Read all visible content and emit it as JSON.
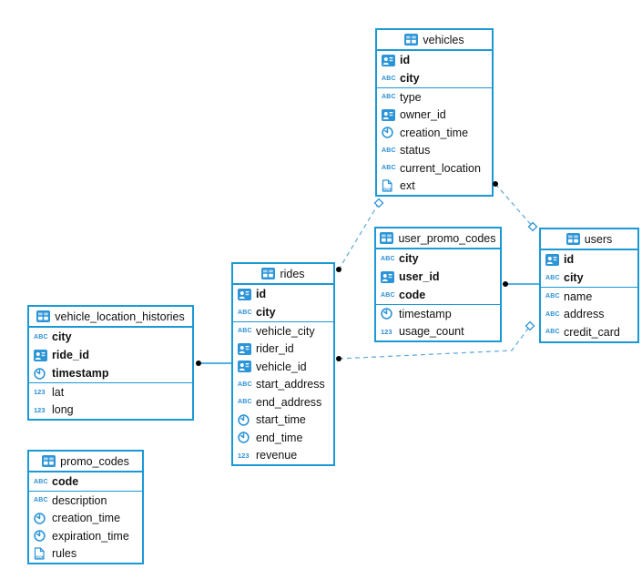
{
  "colors": {
    "accent": "#1b99d5",
    "icon_blue": "#2b95d8",
    "glyph_blue": "#2b8fd6",
    "dashed_line": "#66aede",
    "endpoint_dot": "#000000",
    "text": "#111111"
  },
  "icons": {
    "varchar_glyph": "ABC",
    "numeric_glyph": "123",
    "json_glyph": "JSON"
  },
  "tables": {
    "vehicles": {
      "name": "vehicles",
      "primary_keys": [
        {
          "name": "id",
          "type_icon": "uuid-icon"
        },
        {
          "name": "city",
          "type_icon": "varchar-icon"
        }
      ],
      "columns": [
        {
          "name": "type",
          "type_icon": "varchar-icon"
        },
        {
          "name": "owner_id",
          "type_icon": "uuid-icon"
        },
        {
          "name": "creation_time",
          "type_icon": "timestamp-icon"
        },
        {
          "name": "status",
          "type_icon": "varchar-icon"
        },
        {
          "name": "current_location",
          "type_icon": "varchar-icon"
        },
        {
          "name": "ext",
          "type_icon": "jsonb-icon"
        }
      ]
    },
    "user_promo_codes": {
      "name": "user_promo_codes",
      "primary_keys": [
        {
          "name": "city",
          "type_icon": "varchar-icon"
        },
        {
          "name": "user_id",
          "type_icon": "uuid-icon"
        },
        {
          "name": "code",
          "type_icon": "varchar-icon"
        }
      ],
      "columns": [
        {
          "name": "timestamp",
          "type_icon": "timestamp-icon"
        },
        {
          "name": "usage_count",
          "type_icon": "numeric-icon"
        }
      ]
    },
    "users": {
      "name": "users",
      "primary_keys": [
        {
          "name": "id",
          "type_icon": "uuid-icon"
        },
        {
          "name": "city",
          "type_icon": "varchar-icon"
        }
      ],
      "columns": [
        {
          "name": "name",
          "type_icon": "varchar-icon"
        },
        {
          "name": "address",
          "type_icon": "varchar-icon"
        },
        {
          "name": "credit_card",
          "type_icon": "varchar-icon"
        }
      ]
    },
    "rides": {
      "name": "rides",
      "primary_keys": [
        {
          "name": "id",
          "type_icon": "uuid-icon"
        },
        {
          "name": "city",
          "type_icon": "varchar-icon"
        }
      ],
      "columns": [
        {
          "name": "vehicle_city",
          "type_icon": "varchar-icon"
        },
        {
          "name": "rider_id",
          "type_icon": "uuid-icon"
        },
        {
          "name": "vehicle_id",
          "type_icon": "uuid-icon"
        },
        {
          "name": "start_address",
          "type_icon": "varchar-icon"
        },
        {
          "name": "end_address",
          "type_icon": "varchar-icon"
        },
        {
          "name": "start_time",
          "type_icon": "timestamp-icon"
        },
        {
          "name": "end_time",
          "type_icon": "timestamp-icon"
        },
        {
          "name": "revenue",
          "type_icon": "numeric-icon"
        }
      ]
    },
    "vehicle_location_histories": {
      "name": "vehicle_location_histories",
      "primary_keys": [
        {
          "name": "city",
          "type_icon": "varchar-icon"
        },
        {
          "name": "ride_id",
          "type_icon": "uuid-icon"
        },
        {
          "name": "timestamp",
          "type_icon": "timestamp-icon"
        }
      ],
      "columns": [
        {
          "name": "lat",
          "type_icon": "numeric-icon"
        },
        {
          "name": "long",
          "type_icon": "numeric-icon"
        }
      ]
    },
    "promo_codes": {
      "name": "promo_codes",
      "primary_keys": [
        {
          "name": "code",
          "type_icon": "varchar-icon"
        }
      ],
      "columns": [
        {
          "name": "description",
          "type_icon": "varchar-icon"
        },
        {
          "name": "creation_time",
          "type_icon": "timestamp-icon"
        },
        {
          "name": "expiration_time",
          "type_icon": "timestamp-icon"
        },
        {
          "name": "rules",
          "type_icon": "jsonb-icon"
        }
      ]
    }
  },
  "relations": [
    {
      "from": "vehicles",
      "to": "rides",
      "style": "dashed"
    },
    {
      "from": "vehicles",
      "to": "users",
      "style": "dashed"
    },
    {
      "from": "user_promo_codes",
      "to": "users",
      "style": "solid"
    },
    {
      "from": "rides",
      "to": "users",
      "style": "dashed"
    },
    {
      "from": "vehicle_location_histories",
      "to": "rides",
      "style": "solid"
    }
  ]
}
